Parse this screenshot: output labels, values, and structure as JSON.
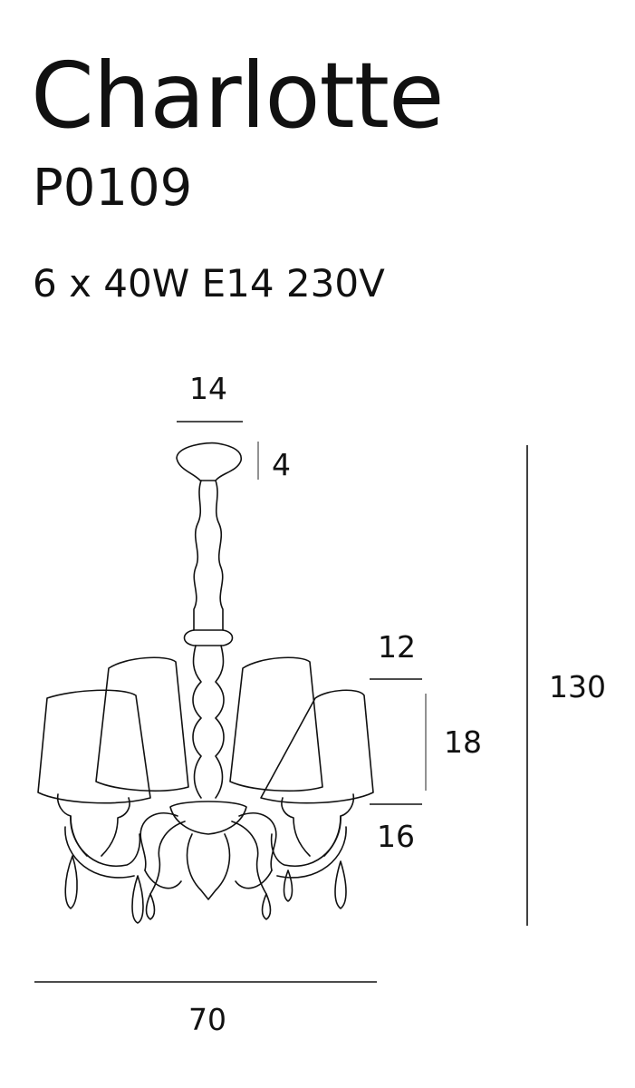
{
  "product": {
    "name": "Charlotte",
    "code": "P0109",
    "spec": "6 x 40W E14 230V"
  },
  "dimensions": {
    "canopy_width": "14",
    "canopy_height": "4",
    "shade_top": "12",
    "shade_height": "18",
    "shade_bottom": "16",
    "total_height": "130",
    "total_width": "70"
  },
  "colors": {
    "line": "#111111",
    "dimension_line_grey": "#777777",
    "background": "#ffffff"
  }
}
